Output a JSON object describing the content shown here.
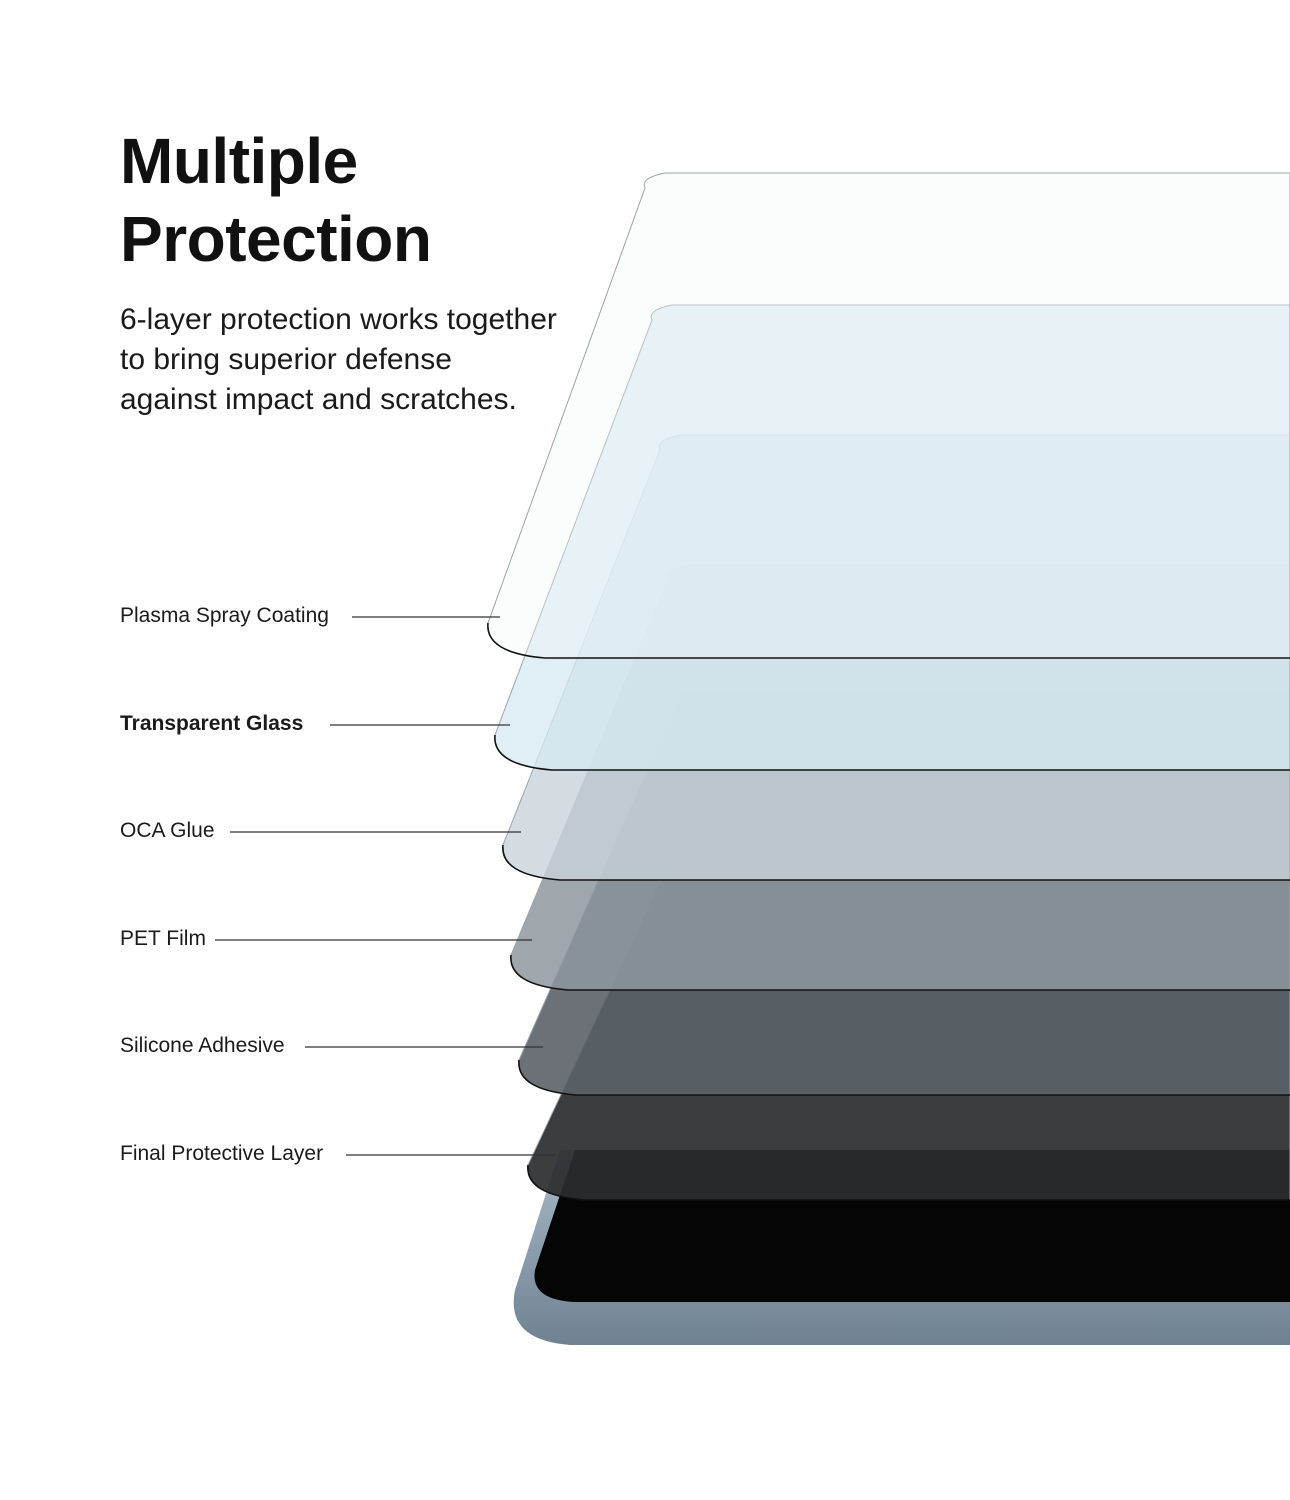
{
  "header": {
    "title_line1": "Multiple",
    "title_line2": "Protection",
    "subtitle_line1": "6-layer protection works together",
    "subtitle_line2": "to bring superior defense",
    "subtitle_line3": "against impact and scratches."
  },
  "layers": [
    {
      "label": "Plasma Spray Coating",
      "emphasis": false,
      "color": "#f4f8fa"
    },
    {
      "label": "Transparent Glass",
      "emphasis": true,
      "color": "#d6eaf2"
    },
    {
      "label": "OCA Glue",
      "emphasis": false,
      "color": "#c9d3da"
    },
    {
      "label": "PET Film",
      "emphasis": false,
      "color": "#8e989f"
    },
    {
      "label": "Silicone Adhesive",
      "emphasis": false,
      "color": "#5b6268"
    },
    {
      "label": "Final Protective Layer",
      "emphasis": false,
      "color": "#2a2c2f"
    }
  ],
  "device": {
    "frame_color": "#8fa2b2",
    "screen_color": "#050505"
  }
}
